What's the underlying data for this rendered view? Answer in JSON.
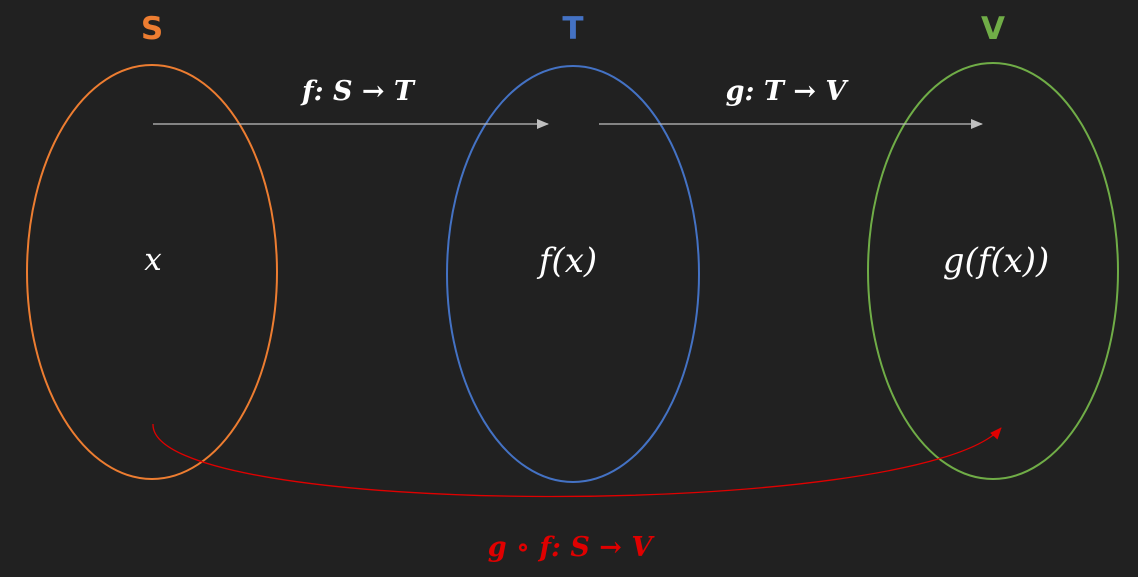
{
  "sets": [
    {
      "id": "S",
      "label": "S",
      "color": "#ED7D31",
      "element": "x"
    },
    {
      "id": "T",
      "label": "T",
      "color": "#4472C4",
      "element": "f(x)"
    },
    {
      "id": "V",
      "label": "V",
      "color": "#70AD47",
      "element": "g(f(x))"
    }
  ],
  "arrows": {
    "f": {
      "label": "f: S → T",
      "color": "#BFBFBF"
    },
    "g": {
      "label": "g: T → V",
      "color": "#BFBFBF"
    },
    "composition": {
      "label": "g ∘ f: S → V",
      "color": "#E00000"
    }
  },
  "colors": {
    "background": "#212121",
    "text": "#FFFFFF"
  }
}
